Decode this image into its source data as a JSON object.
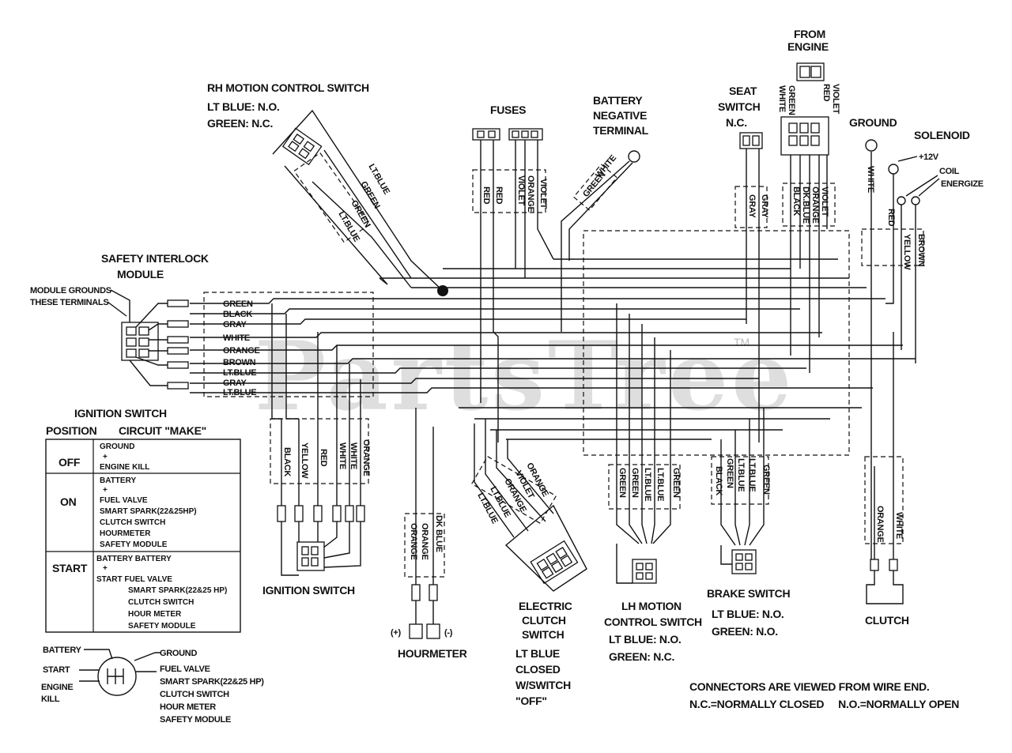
{
  "watermark": "PartsTree",
  "watermark_tm": "TM",
  "rh_switch": {
    "title": "RH MOTION CONTROL SWITCH",
    "line1": "LT BLUE: N.O.",
    "line2": "GREEN: N.C.",
    "wires": [
      "LT.BLUE",
      "GREEN",
      "GREEN",
      "LT.BLUE"
    ]
  },
  "fuses": {
    "title": "FUSES",
    "wires": [
      "RED",
      "RED",
      "VIOLET",
      "ORANGE",
      "VIOLET"
    ]
  },
  "battery_negative": {
    "line1": "BATTERY",
    "line2": "NEGATIVE",
    "line3": "TERMINAL",
    "wire": "WHITE",
    "wire2": "GREEN"
  },
  "seat_switch": {
    "line1": "SEAT",
    "line2": "SWITCH",
    "line3": "N.C.",
    "wires": [
      "GRAY",
      "GRAY"
    ]
  },
  "from_engine": {
    "line1": "FROM",
    "line2": "ENGINE",
    "wires": [
      "WHITE",
      "GREEN",
      "VIOLET",
      "RED"
    ],
    "lower_wires": [
      "BLACK",
      "DK.BLUE",
      "ORANGE",
      "VIOLET"
    ]
  },
  "ground": {
    "title": "GROUND",
    "wire": "WHITE"
  },
  "solenoid": {
    "title": "SOLENOID",
    "v12": "+12V",
    "coil1": "COIL",
    "coil2": "ENERGIZE",
    "wires": [
      "RED",
      "YELLOW",
      "BROWN"
    ]
  },
  "safety_module": {
    "title1": "SAFETY INTERLOCK",
    "title2": "MODULE",
    "note1": "MODULE GROUNDS",
    "note2": "THESE TERMINALS",
    "wires": [
      "GREEN",
      "BLACK",
      "GRAY",
      "WHITE",
      "ORANGE",
      "BROWN",
      "LT.BLUE",
      "GRAY",
      "LT.BLUE"
    ]
  },
  "ignition_table": {
    "title": "IGNITION SWITCH",
    "col1": "POSITION",
    "col2": "CIRCUIT \"MAKE\"",
    "off": {
      "pos": "OFF",
      "lines": [
        "GROUND",
        "+",
        "ENGINE KILL"
      ]
    },
    "on": {
      "pos": "ON",
      "lines": [
        "BATTERY",
        "+",
        "FUEL VALVE",
        "SMART SPARK(22&25HP)",
        "CLUTCH SWITCH",
        "HOURMETER",
        "SAFETY MODULE"
      ]
    },
    "start": {
      "pos": "START",
      "lines": [
        "BATTERY BATTERY",
        "+",
        "START   FUEL VALVE",
        "SMART SPARK(22&25 HP)",
        "CLUTCH SWITCH",
        "HOUR METER",
        "SAFETY MODULE"
      ]
    }
  },
  "ignition_legend": {
    "battery": "BATTERY",
    "start": "START",
    "engine": "ENGINE",
    "kill": "KILL",
    "ground": "GROUND",
    "fuel": "FUEL VALVE",
    "spark": "SMART SPARK(22&25 HP)",
    "clutch": "CLUTCH SWITCH",
    "hour": "HOUR METER",
    "safety": "SAFETY MODULE"
  },
  "ignition_switch": {
    "title": "IGNITION SWITCH",
    "wires": [
      "BLACK",
      "YELLOW",
      "RED",
      "WHITE",
      "WHITE",
      "ORANGE"
    ]
  },
  "hourmeter": {
    "title": "HOURMETER",
    "plus": "(+)",
    "minus": "(-)",
    "wires": [
      "ORANGE",
      "ORANGE",
      "DK BLUE"
    ]
  },
  "electric_clutch": {
    "line1": "ELECTRIC",
    "line2": "CLUTCH",
    "line3": "SWITCH",
    "note1": "LT BLUE",
    "note2": "CLOSED",
    "note3": "W/SWITCH",
    "note4": "\"OFF\"",
    "wires": [
      "LT.BLUE",
      "LT.BLUE",
      "ORANGE",
      "VIOLET",
      "ORANGE"
    ]
  },
  "lh_switch": {
    "line1": "LH MOTION",
    "line2": "CONTROL SWITCH",
    "note1": "LT BLUE: N.O.",
    "note2": "GREEN: N.C.",
    "wires": [
      "GREEN",
      "GREEN",
      "LT.BLUE",
      "LT.BLUE",
      "GREEN"
    ]
  },
  "brake_switch": {
    "title": "BRAKE SWITCH",
    "note1": "LT BLUE: N.O.",
    "note2": "GREEN: N.O.",
    "wires": [
      "BLACK",
      "GREEN",
      "LT.BLUE",
      "LT.BLUE",
      "GREEN"
    ]
  },
  "clutch": {
    "title": "CLUTCH",
    "wires": [
      "ORANGE",
      "WHITE"
    ]
  },
  "footnote": {
    "line1": "CONNECTORS ARE VIEWED FROM WIRE END.",
    "line2": "N.C.=NORMALLY CLOSED     N.O.=NORMALLY OPEN"
  }
}
